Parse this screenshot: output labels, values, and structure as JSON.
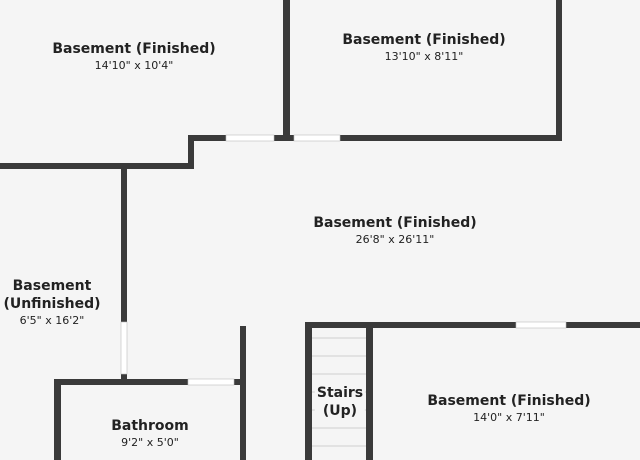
{
  "rooms": {
    "basement_top_left": {
      "name": "Basement (Finished)",
      "dims": "14'10\" x 10'4\""
    },
    "basement_top_right": {
      "name": "Basement (Finished)",
      "dims": "13'10\" x 8'11\""
    },
    "basement_main": {
      "name": "Basement (Finished)",
      "dims": "26'8\" x 26'11\""
    },
    "basement_unfinished": {
      "name_line1": "Basement",
      "name_line2": "(Unfinished)",
      "dims": "6'5\" x 16'2\""
    },
    "bathroom": {
      "name": "Bathroom",
      "dims": "9'2\" x 5'0\""
    },
    "stairs": {
      "name_line1": "Stairs",
      "name_line2": "(Up)"
    },
    "basement_bottom_right": {
      "name": "Basement (Finished)",
      "dims": "14'0\" x 7'11\""
    }
  },
  "colors": {
    "wall": "#3a3a3a",
    "floor": "#f5f5f5",
    "door_opening": "#ffffff",
    "text": "#222222"
  }
}
